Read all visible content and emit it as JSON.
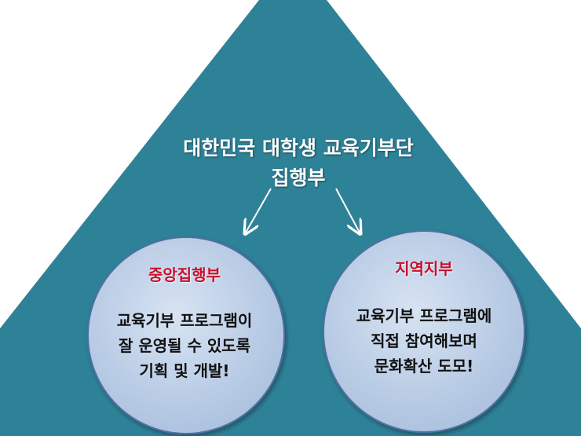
{
  "colors": {
    "triangle": "#2e8298",
    "circle_fill": "#bcd0e8",
    "circle_stroke": "#4f6fa3",
    "title_text": "#ffffff",
    "heading_text": "#c8102e",
    "body_text": "#111111"
  },
  "title": {
    "line1": "대한민국 대학생 교육기부단",
    "line2": "집행부"
  },
  "left_circle": {
    "heading": "중앙집행부",
    "line1": "교육기부 프로그램이",
    "line2": "잘 운영될 수 있도록",
    "line3": "기획 및 개발!"
  },
  "right_circle": {
    "heading": "지역지부",
    "line1": "교육기부 프로그램에",
    "line2": "직접 참여해보며",
    "line3": "문화확산 도모!"
  }
}
